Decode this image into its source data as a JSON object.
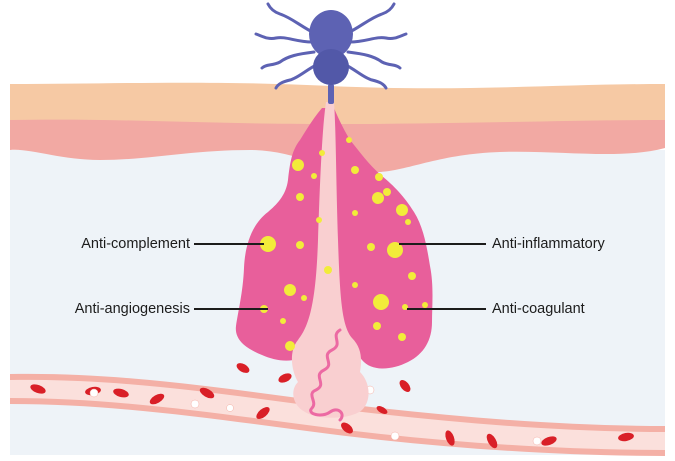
{
  "labels": {
    "anti_complement": "Anti-complement",
    "anti_angiogenesis": "Anti-angiogenesis",
    "anti_inflammatory": "Anti-inflammatory",
    "anti_coagulant": "Anti-coagulant"
  },
  "colors": {
    "skin_top": "#f6c9a4",
    "skin_mid": "#f2a9a3",
    "tissue": "#eef3f8",
    "saliva_pool": "#e85f9b",
    "saliva_channel": "#f9cfd0",
    "yellow_dots": "#f2ec3a",
    "tick": "#5d62b3",
    "vessel_wall": "#f4b0a6",
    "vessel_lumen": "#fbe0dc",
    "red_cell": "#d91f27",
    "white_cell": "#ffffff"
  },
  "icons": {
    "tick": "tick-icon",
    "saliva": "saliva-pool",
    "vessel": "blood-vessel"
  }
}
